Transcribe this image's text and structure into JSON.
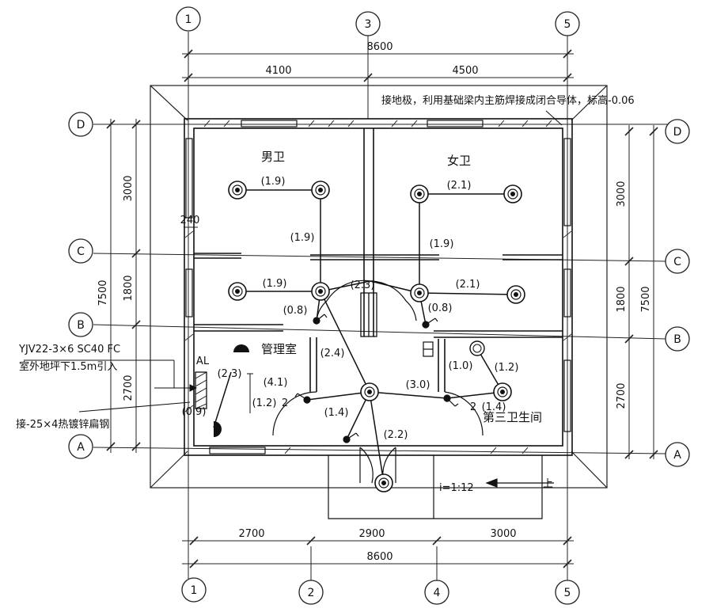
{
  "axes": {
    "top": [
      "1",
      "3",
      "5"
    ],
    "bottom": [
      "1",
      "2",
      "4",
      "5"
    ],
    "left": [
      "D",
      "C",
      "B",
      "A"
    ],
    "right": [
      "D",
      "C",
      "B",
      "A"
    ]
  },
  "dimensions": {
    "top_total": "8600",
    "top_left": "4100",
    "top_right": "4500",
    "bottom_a": "2700",
    "bottom_b": "2900",
    "bottom_c": "3000",
    "bottom_total": "8600",
    "left_dc": "3000",
    "left_cb": "1800",
    "left_ba": "2700",
    "left_total": "7500",
    "right_dc": "3000",
    "right_cb": "1800",
    "right_ba": "2700",
    "right_total": "7500",
    "wall": "240"
  },
  "notes": {
    "grounding": "接地极，利用基础梁内主筋焊接成闭合导体，标高-0.06",
    "cable": "YJV22-3×6  SC40 FC",
    "cable_entry": "室外地坪下1.5m引入",
    "flat_steel": "接-25×4热镀锌扁钢",
    "slope": "i=1:12",
    "up": "上"
  },
  "rooms": {
    "men": "男卫",
    "women": "女卫",
    "office": "管理室",
    "toilet3": "第三卫生间",
    "panel": "AL"
  },
  "heights": {
    "m1": "(1.9)",
    "m2": "(1.9)",
    "m3": "(1.9)",
    "m4": "(0.8)",
    "w1": "(2.1)",
    "w2": "(1.9)",
    "w3": "(2.1)",
    "w4": "(0.8)",
    "corr": "(2.3)",
    "c24": "(2.4)",
    "c41": "(4.1)",
    "c12": "(1.2)",
    "c14": "(1.4)",
    "c30": "(3.0)",
    "c22": "(2.2)",
    "o23": "(2.3)",
    "o09": "(0.9)",
    "t10": "(1.0)",
    "t12": "(1.2)",
    "t14": "(1.4)"
  },
  "wire_counts": {
    "a": "2",
    "b": "2"
  }
}
